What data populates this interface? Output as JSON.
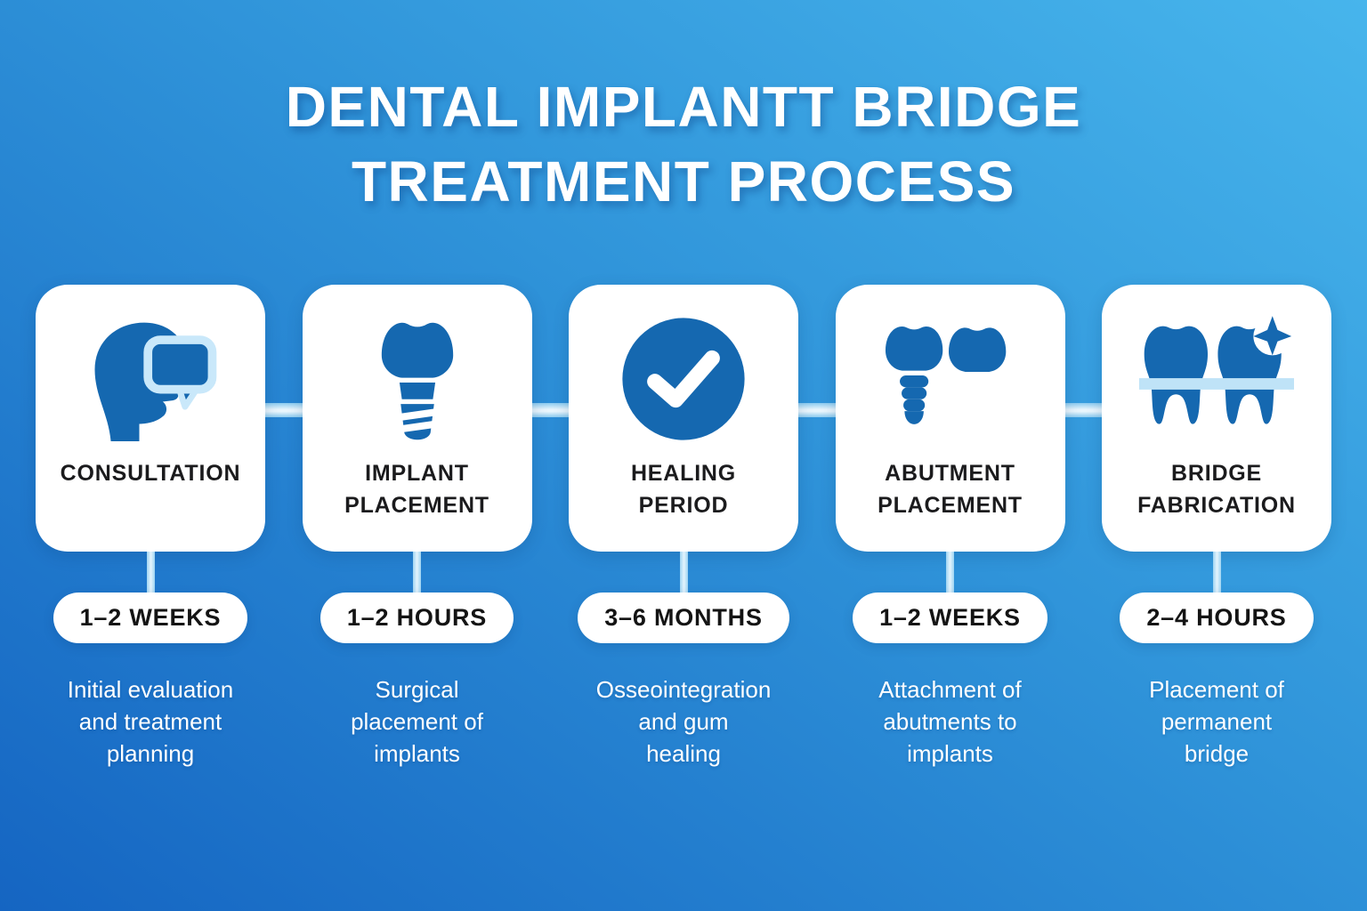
{
  "title": {
    "line1": "DENTAL IMPLANTT BRIDGE",
    "line2": "TREATMENT PROCESS"
  },
  "steps": [
    {
      "title": "CONSULTATION",
      "icon": "consultation-head-icon",
      "duration": "1–2 WEEKS",
      "description": "Initial evaluation\nand treatment\nplanning"
    },
    {
      "title": "IMPLANT\nPLACEMENT",
      "icon": "implant-icon",
      "duration": "1–2 HOURS",
      "description": "Surgical\nplacement of\nimplants"
    },
    {
      "title": "HEALING\nPERIOD",
      "icon": "check-circle-icon",
      "duration": "3–6 MONTHS",
      "description": "Osseointegration\nand gum\nhealing"
    },
    {
      "title": "ABUTMENT\nPLACEMENT",
      "icon": "abutment-bridge-icon",
      "duration": "1–2 WEEKS",
      "description": "Attachment of\nabutments to\nimplants"
    },
    {
      "title": "BRIDGE\nFABRICATION",
      "icon": "bridge-teeth-sparkle-icon",
      "duration": "2–4 HOURS",
      "description": "Placement of\npermanent\nbridge"
    }
  ],
  "colors": {
    "background_light": "#47b5ec",
    "background_dark": "#1565c2",
    "icon_blue": "#1568b0",
    "icon_light_blue": "#c9e8fa",
    "connector_light": "#aadcf5",
    "card_background": "#ffffff",
    "heading_text": "#ffffff",
    "card_text": "#1b1b1d"
  }
}
